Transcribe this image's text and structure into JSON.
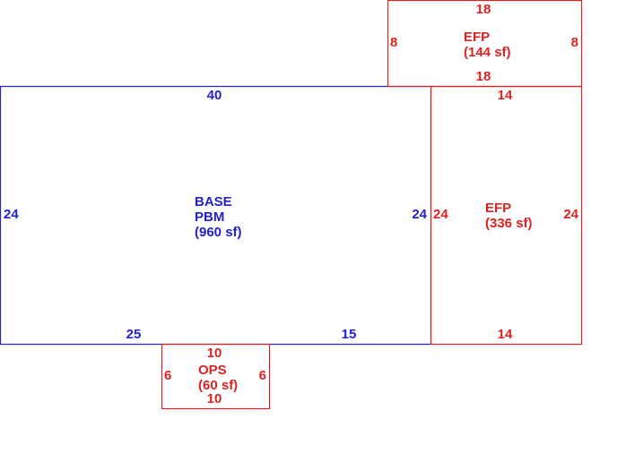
{
  "colors": {
    "base": "#2222cc",
    "addition": "#dd2222"
  },
  "areas": {
    "base": {
      "code": "BASE",
      "type": "PBM",
      "size": "(960 sf)",
      "dims": {
        "top": "40",
        "left": "24",
        "right": "24",
        "bottom_left": "25",
        "bottom_right": "15"
      }
    },
    "efp_top": {
      "type": "EFP",
      "size": "(144 sf)",
      "dims": {
        "top": "18",
        "bottom": "18",
        "left": "8",
        "right": "8"
      }
    },
    "efp_side": {
      "type": "EFP",
      "size": "(336 sf)",
      "dims": {
        "top": "14",
        "bottom": "14",
        "left": "24",
        "right": "24"
      }
    },
    "ops": {
      "type": "OPS",
      "size": "(60 sf)",
      "dims": {
        "top": "10",
        "bottom": "10",
        "left": "6",
        "right": "6"
      }
    }
  }
}
